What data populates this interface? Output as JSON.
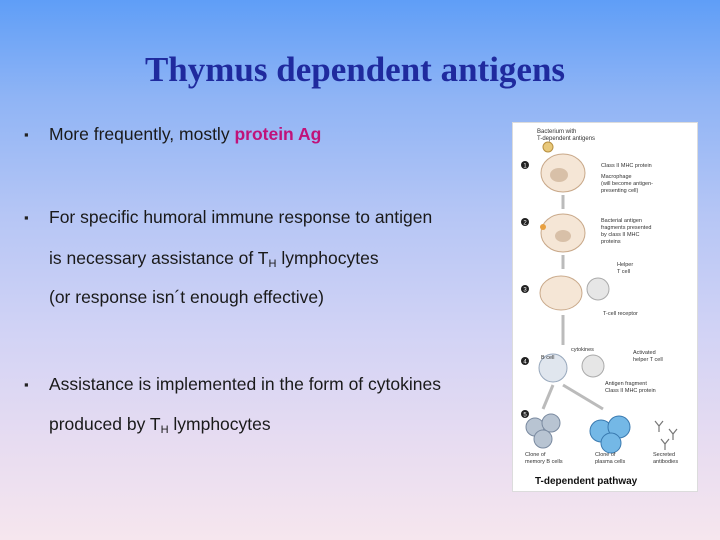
{
  "slide": {
    "title": "Thymus dependent antigens",
    "bullets": [
      {
        "text_before": "More frequently, mostly ",
        "highlight": "protein Ag"
      },
      {
        "line1": "For specific humoral immune response to antigen",
        "line2_before": "is necessary assistance of T",
        "line2_sub": "H",
        "line2_after": " lymphocytes",
        "line3": "(or response isn´t enough effective)"
      },
      {
        "line1": "Assistance is implemented in the form of cytokines",
        "line2_before": "produced by T",
        "line2_sub": "H",
        "line2_after": " lymphocytes"
      }
    ],
    "colors": {
      "title": "#1f2a9e",
      "highlight": "#c0127a"
    }
  },
  "figure": {
    "header_line1": "Bacterium with",
    "header_line2": "T-dependent antigens",
    "steps": [
      "1",
      "2",
      "3",
      "4",
      "5"
    ],
    "labels": {
      "class2_mhc": "Class II MHC protein",
      "macrophage_1": "Macrophage",
      "macrophage_2": "(will become antigen-",
      "macrophage_3": "presenting cell)",
      "bacterial_ag_1": "Bacterial antigen",
      "bacterial_ag_2": "fragments presented",
      "bacterial_ag_3": "by class II MHC",
      "bacterial_ag_4": "proteins",
      "helper_1": "Helper",
      "helper_2": "T cell",
      "tcr": "T-cell receptor",
      "cytokines": "cytokines",
      "bcell": "B cell",
      "activated_1": "Activated",
      "activated_2": "helper T cell",
      "ag_fragment": "Antigen fragment",
      "class2_mhc_2": "Class II MHC protein",
      "memory_1": "Clone of",
      "memory_2": "memory B cells",
      "plasma_1": "Clone of",
      "plasma_2": "plasma cells",
      "secreted_1": "Secreted",
      "secreted_2": "antibodies"
    },
    "caption": "T-dependent pathway"
  }
}
